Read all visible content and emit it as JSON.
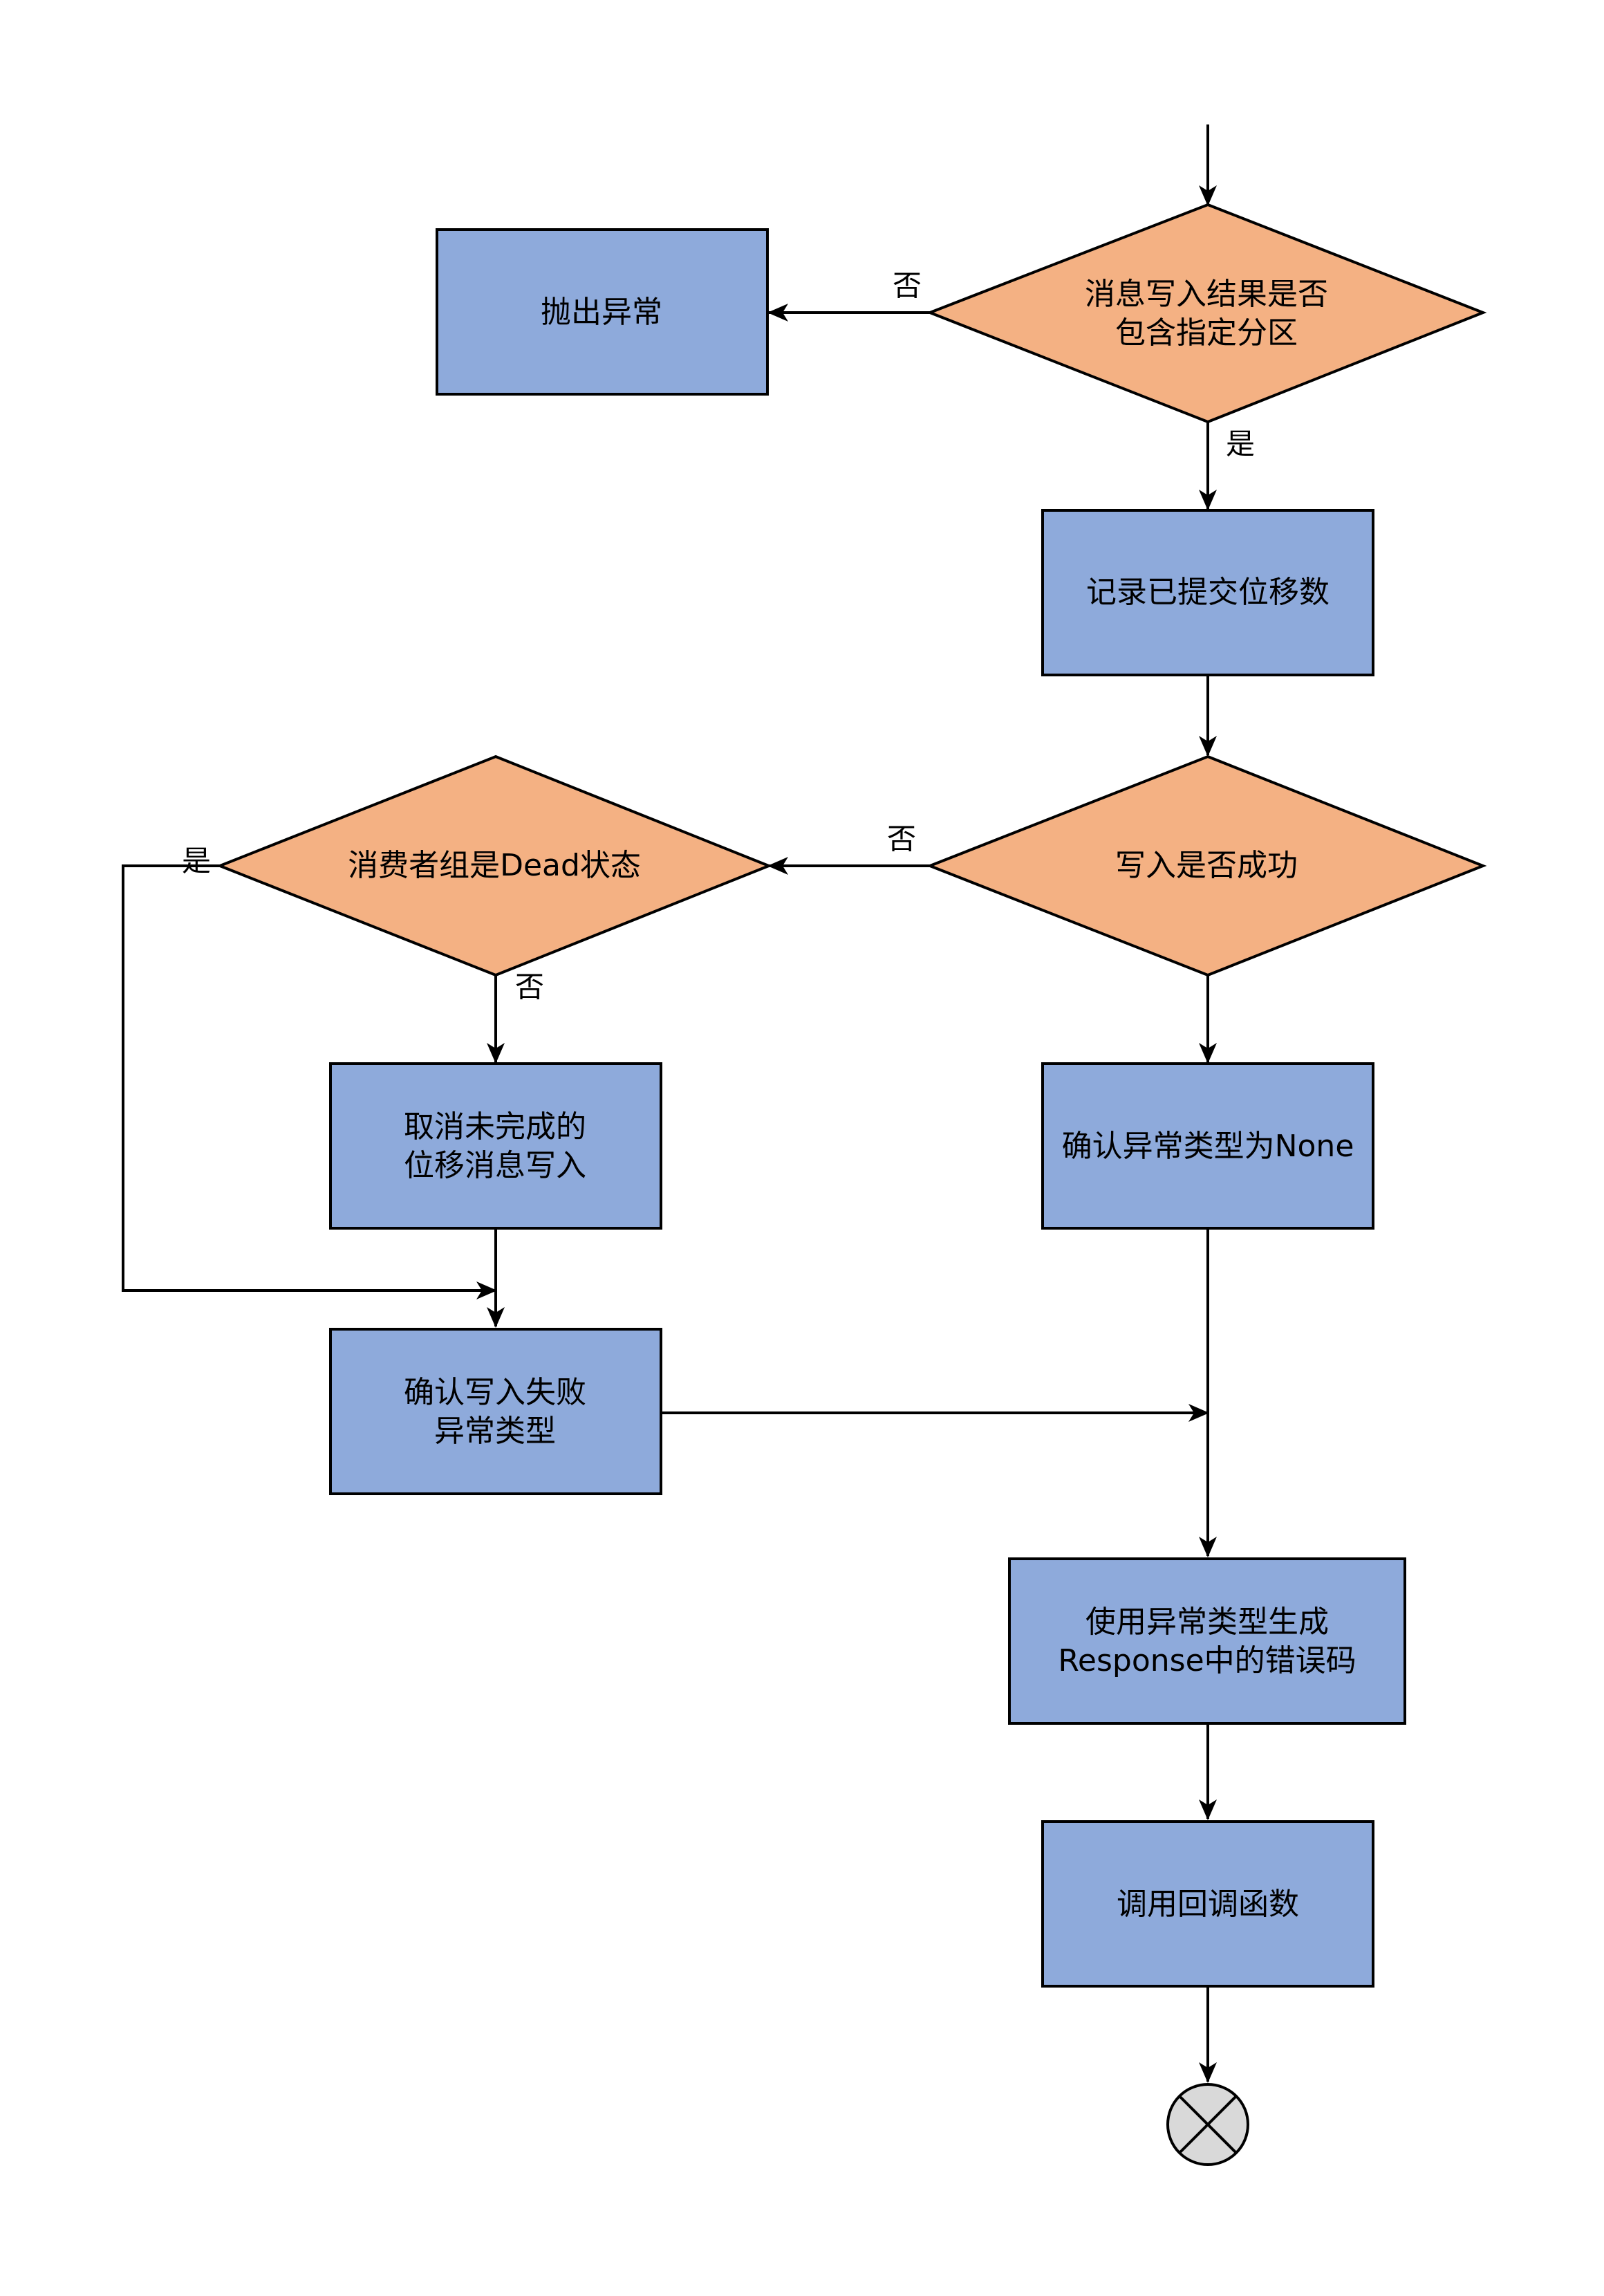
{
  "nodes": {
    "check_partition": {
      "line1": "消息写入结果是否",
      "line2": "包含指定分区"
    },
    "throw_exception": {
      "label": "抛出异常"
    },
    "record_offset": {
      "label": "记录已提交位移数"
    },
    "write_success": {
      "label": "写入是否成功"
    },
    "group_dead": {
      "label": "消费者组是Dead状态"
    },
    "cancel_pending": {
      "line1": "取消未完成的",
      "line2": "位移消息写入"
    },
    "confirm_none": {
      "label": "确认异常类型为None"
    },
    "confirm_failure": {
      "line1": "确认写入失败",
      "line2": "异常类型"
    },
    "gen_error_code": {
      "line1": "使用异常类型生成",
      "line2": "Response中的错误码"
    },
    "callback": {
      "label": "调用回调函数"
    }
  },
  "edge_labels": {
    "partition_no": "否",
    "partition_yes": "是",
    "write_no": "否",
    "dead_yes": "是",
    "dead_no": "否"
  },
  "colors": {
    "process_fill": "#8eaadb",
    "decision_fill": "#f4b183",
    "terminator_fill": "#d9d9d9",
    "stroke": "#000000"
  }
}
